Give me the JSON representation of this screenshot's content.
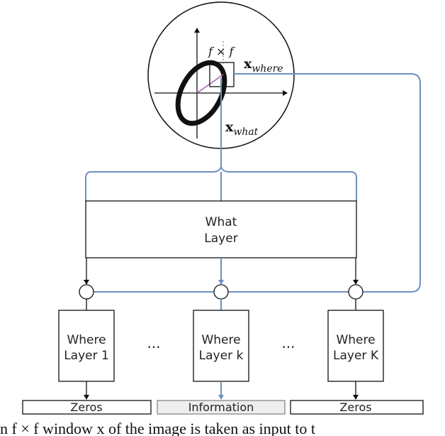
{
  "diagram": {
    "window_label": "f × f",
    "x_where_main": "x",
    "x_where_sub": "where",
    "x_what_main": "x",
    "x_what_sub": "what",
    "what_layer_line1": "What",
    "what_layer_line2": "Layer",
    "where_layer_1_line1": "Where",
    "where_layer_1_line2": "Layer 1",
    "where_layer_k_line1": "Where",
    "where_layer_k_line2": "Layer k",
    "where_layer_K_line1": "Where",
    "where_layer_K_line2": "Layer K",
    "ellipsis_left": "...",
    "ellipsis_right": "...",
    "output_left": "Zeros",
    "output_middle": "Information",
    "output_right": "Zeros",
    "colors": {
      "blue": "#6f8fbf",
      "black": "#111111",
      "info_fill": "#eeeeee"
    }
  },
  "caption": {
    "text": "n  f × f window x        of the image is taken as input to t"
  }
}
